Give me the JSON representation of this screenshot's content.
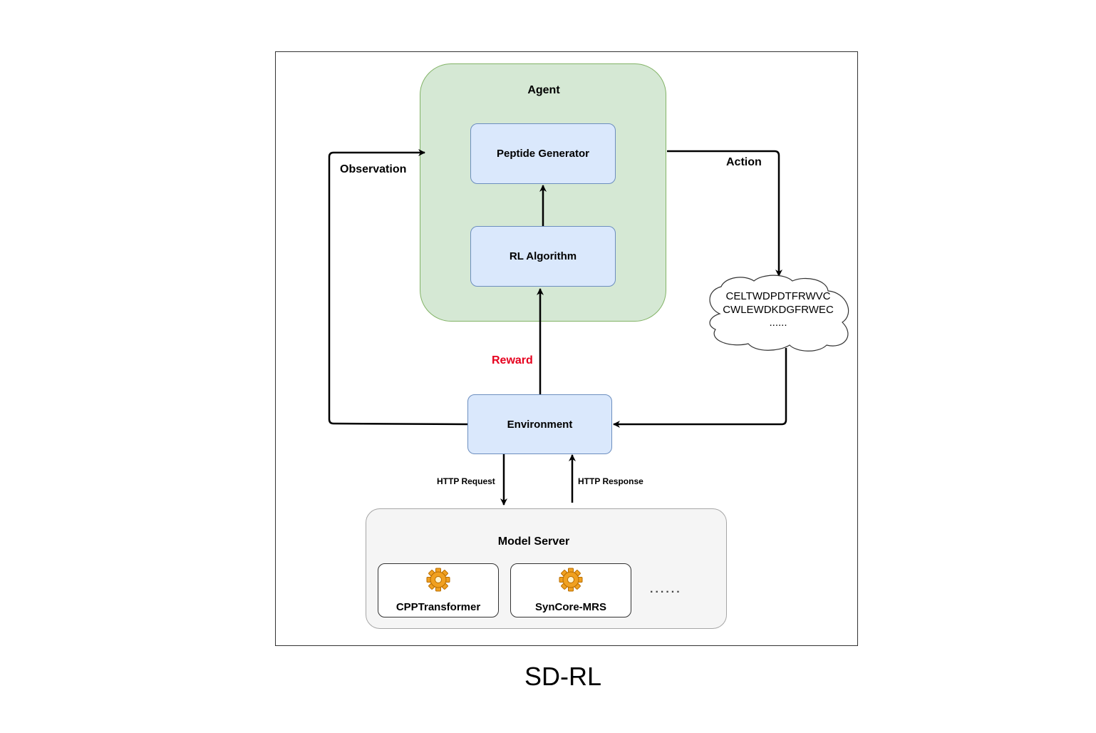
{
  "diagram": {
    "agent": {
      "title": "Agent"
    },
    "peptide_generator": {
      "label": "Peptide Generator"
    },
    "rl_algorithm": {
      "label": "RL Algorithm"
    },
    "environment": {
      "label": "Environment"
    },
    "edges": {
      "observation": "Observation",
      "action": "Action",
      "reward": "Reward",
      "http_request": "HTTP Request",
      "http_response": "HTTP Response"
    },
    "cloud": {
      "line1": "CELTWDPDTFRWVC",
      "line2": "CWLEWDKDGFRWEC",
      "line3": "......"
    },
    "model_server": {
      "title": "Model Server",
      "models": [
        "CPPTransformer",
        "SynCore-MRS"
      ],
      "more": "......"
    },
    "caption": "SD-RL",
    "colors": {
      "agent_fill": "#d5e8d4",
      "agent_border": "#82b366",
      "component_fill": "#dae8fc",
      "component_border": "#6c8ebf",
      "server_fill": "#f5f5f5",
      "reward_text": "#e6001e"
    },
    "icons": [
      "gear-icon"
    ]
  }
}
